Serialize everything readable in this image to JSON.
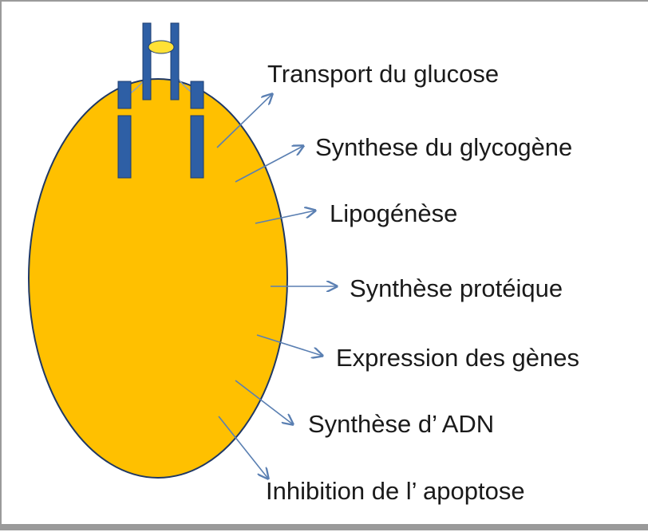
{
  "colors": {
    "cell_fill": "#FFC000",
    "cell_stroke": "#1F3864",
    "receptor": "#2E5FA5",
    "receptor_stroke": "#1C3C70",
    "ligand": "#FFE135",
    "arrow": "#5A7FB2",
    "text": "#1a1a1a"
  },
  "labels": {
    "transport": "Transport du glucose",
    "glycogene": "Synthese du glycogène",
    "lipogenese": "Lipogénèse",
    "proteique": "Synthèse protéique",
    "expression": "Expression des gènes",
    "adn": "Synthèse d’ ADN",
    "apoptose": "Inhibition de l’ apoptose"
  }
}
